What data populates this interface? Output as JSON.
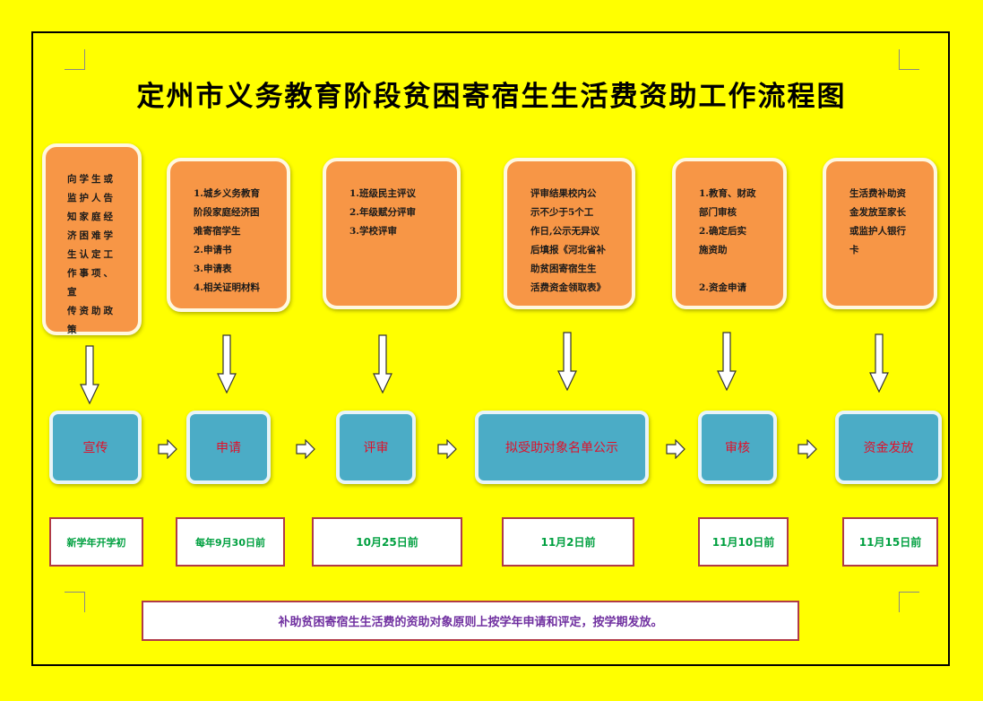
{
  "title": "定州市义务教育阶段贫困寄宿生生活费资助工作流程图",
  "details": [
    "向学生或\n监护人告\n知家庭经\n济困难学\n生认定工\n作事项、宣\n传资助政\n策",
    "1.城乡义务教育\n阶段家庭经济困\n难寄宿学生\n2.申请书\n3.申请表\n4.相关证明材料",
    "1.班级民主评议\n2.年级赋分评审\n3.学校评审",
    "评审结果校内公\n示不少于5个工\n作日,公示无异议\n后填报《河北省补\n助贫困寄宿生生\n活费资金领取表》",
    "1.教育、财政\n部门审核\n2.确定后实\n施资助\n\n2.资金申请",
    "生活费补助资\n金发放至家长\n或监护人银行\n卡"
  ],
  "steps": [
    "宣传",
    "申请",
    "评审",
    "拟受助对象名单公示",
    "审核",
    "资金发放"
  ],
  "dates": [
    "新学年开学初",
    "每年9月30日前",
    "10月25日前",
    "11月2日前",
    "11月10日前",
    "11月15日前"
  ],
  "note": "补助贫困寄宿生生活费的资助对象原则上按学年申请和评定，按学期发放。",
  "colors": {
    "background": "#ffff00",
    "detail_box": "#f79646",
    "step_box": "#4bacc6",
    "step_text": "#e0102a",
    "date_text": "#00a040",
    "note_text": "#7030a0"
  }
}
